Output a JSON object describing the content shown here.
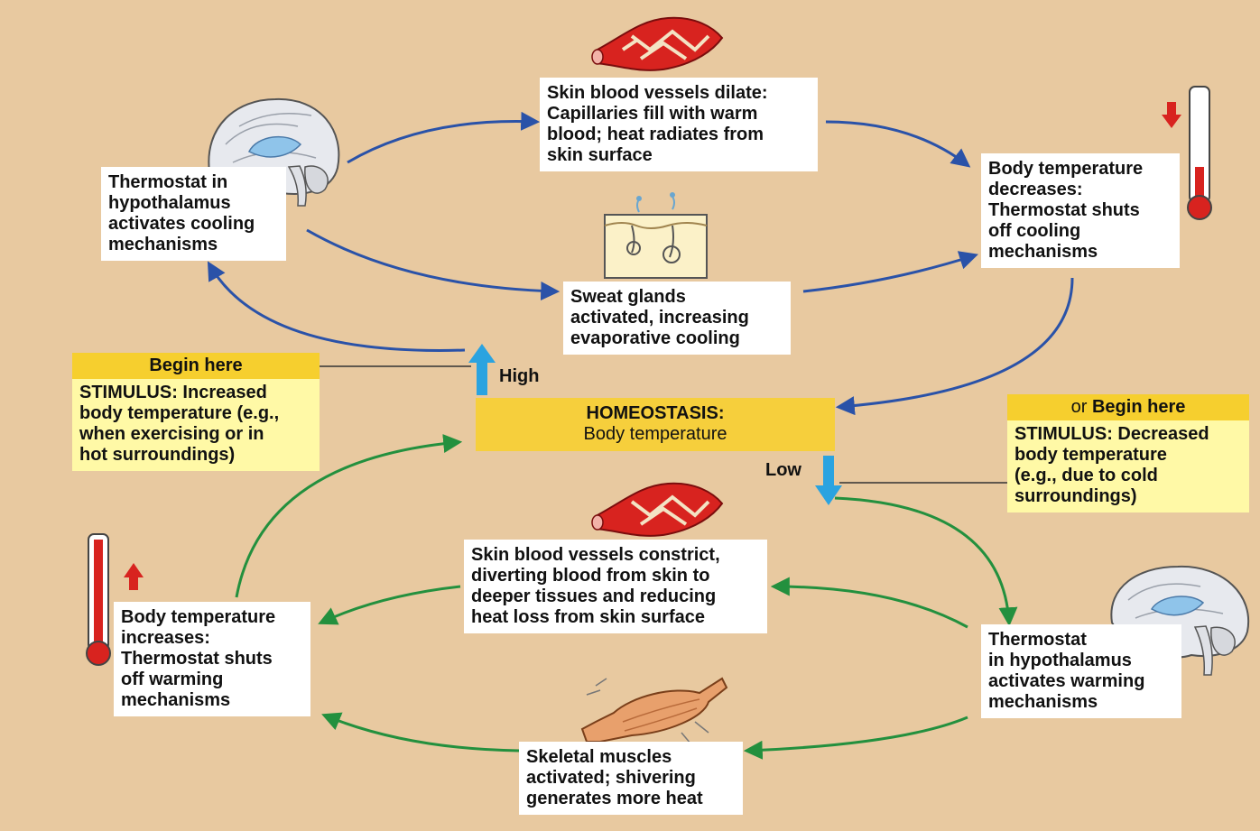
{
  "center": {
    "title": "HOMEOSTASIS:",
    "subtitle": "Body temperature"
  },
  "levels": {
    "high": "High",
    "low": "Low"
  },
  "stimulus_high": {
    "header": "Begin here",
    "text": "STIMULUS: Increased\nbody temperature (e.g.,\nwhen exercising or in\nhot surroundings)"
  },
  "stimulus_low": {
    "header_prefix": "or ",
    "header": "Begin here",
    "text": "STIMULUS: Decreased\nbody temperature\n(e.g., due to cold\nsurroundings)"
  },
  "cooling": {
    "thermostat": "Thermostat in\nhypothalamus\nactivates cooling\nmechanisms",
    "vessels": "Skin blood vessels dilate:\nCapillaries fill with warm\nblood; heat radiates from\nskin surface",
    "sweat": "Sweat glands\nactivated, increasing\nevaporative cooling",
    "result": "Body temperature\ndecreases:\nThermostat shuts\noff cooling\nmechanisms"
  },
  "warming": {
    "thermostat": "Thermostat\nin hypothalamus\nactivates warming\nmechanisms",
    "vessels": "Skin blood vessels constrict,\ndiverting blood from skin to\ndeeper tissues and reducing\nheat loss from skin surface",
    "muscles": "Skeletal muscles\nactivated; shivering\ngenerates more heat",
    "result": "Body temperature\nincreases:\nThermostat shuts\noff warming\nmechanisms"
  },
  "colors": {
    "background": "#e8c9a0",
    "cooling_arrow": "#2a52a8",
    "warming_arrow": "#23903e",
    "stimulus_header": "#f6cf2e",
    "stimulus_body": "#fff9a6",
    "homeostasis": "#f6cf3c",
    "level_arrow": "#2aa3e0"
  },
  "icons": [
    "brain-icon",
    "blood-vessel-icon",
    "skin-sweat-gland-icon",
    "thermometer-down-icon",
    "thermometer-up-icon",
    "muscle-icon"
  ]
}
